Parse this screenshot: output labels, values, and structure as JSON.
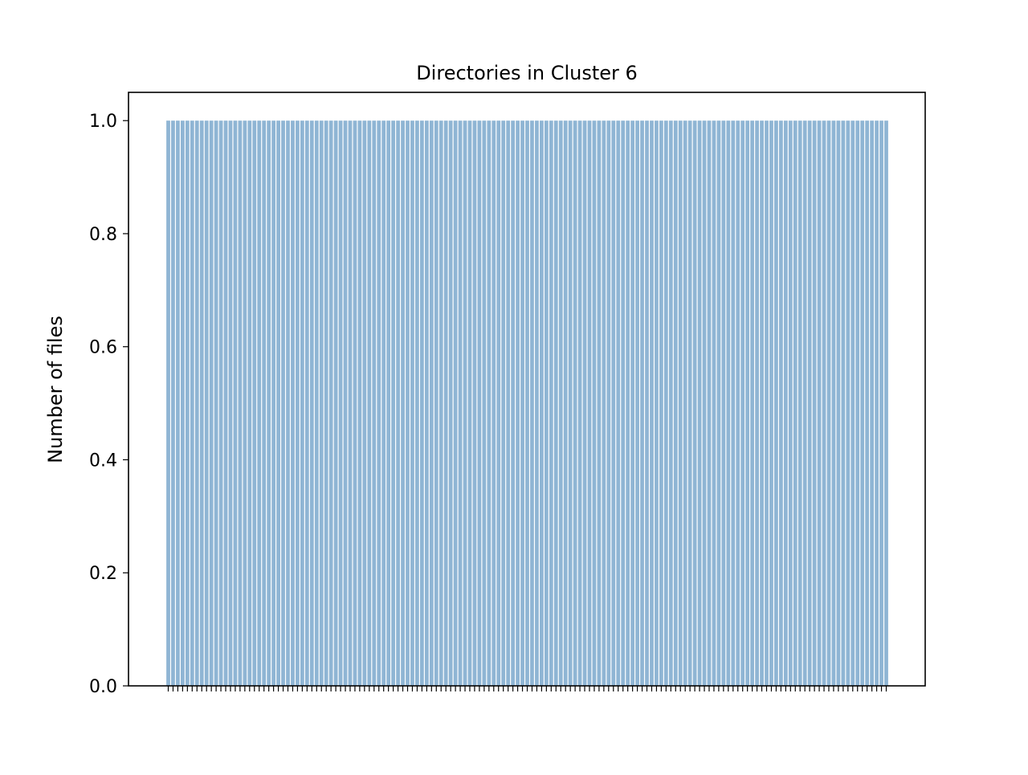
{
  "chart_data": {
    "type": "bar",
    "title": "Directories in Cluster 6",
    "xlabel": "",
    "ylabel": "Number of files",
    "bar_count": 151,
    "bar_value": 1,
    "ylim": [
      0,
      1.05
    ],
    "yticks": [
      "0.0",
      "0.2",
      "0.4",
      "0.6",
      "0.8",
      "1.0"
    ],
    "grid": false,
    "legend": "none",
    "colors": {
      "bar": "#8fb5d4",
      "axes": "#000000",
      "background": "#ffffff"
    }
  }
}
